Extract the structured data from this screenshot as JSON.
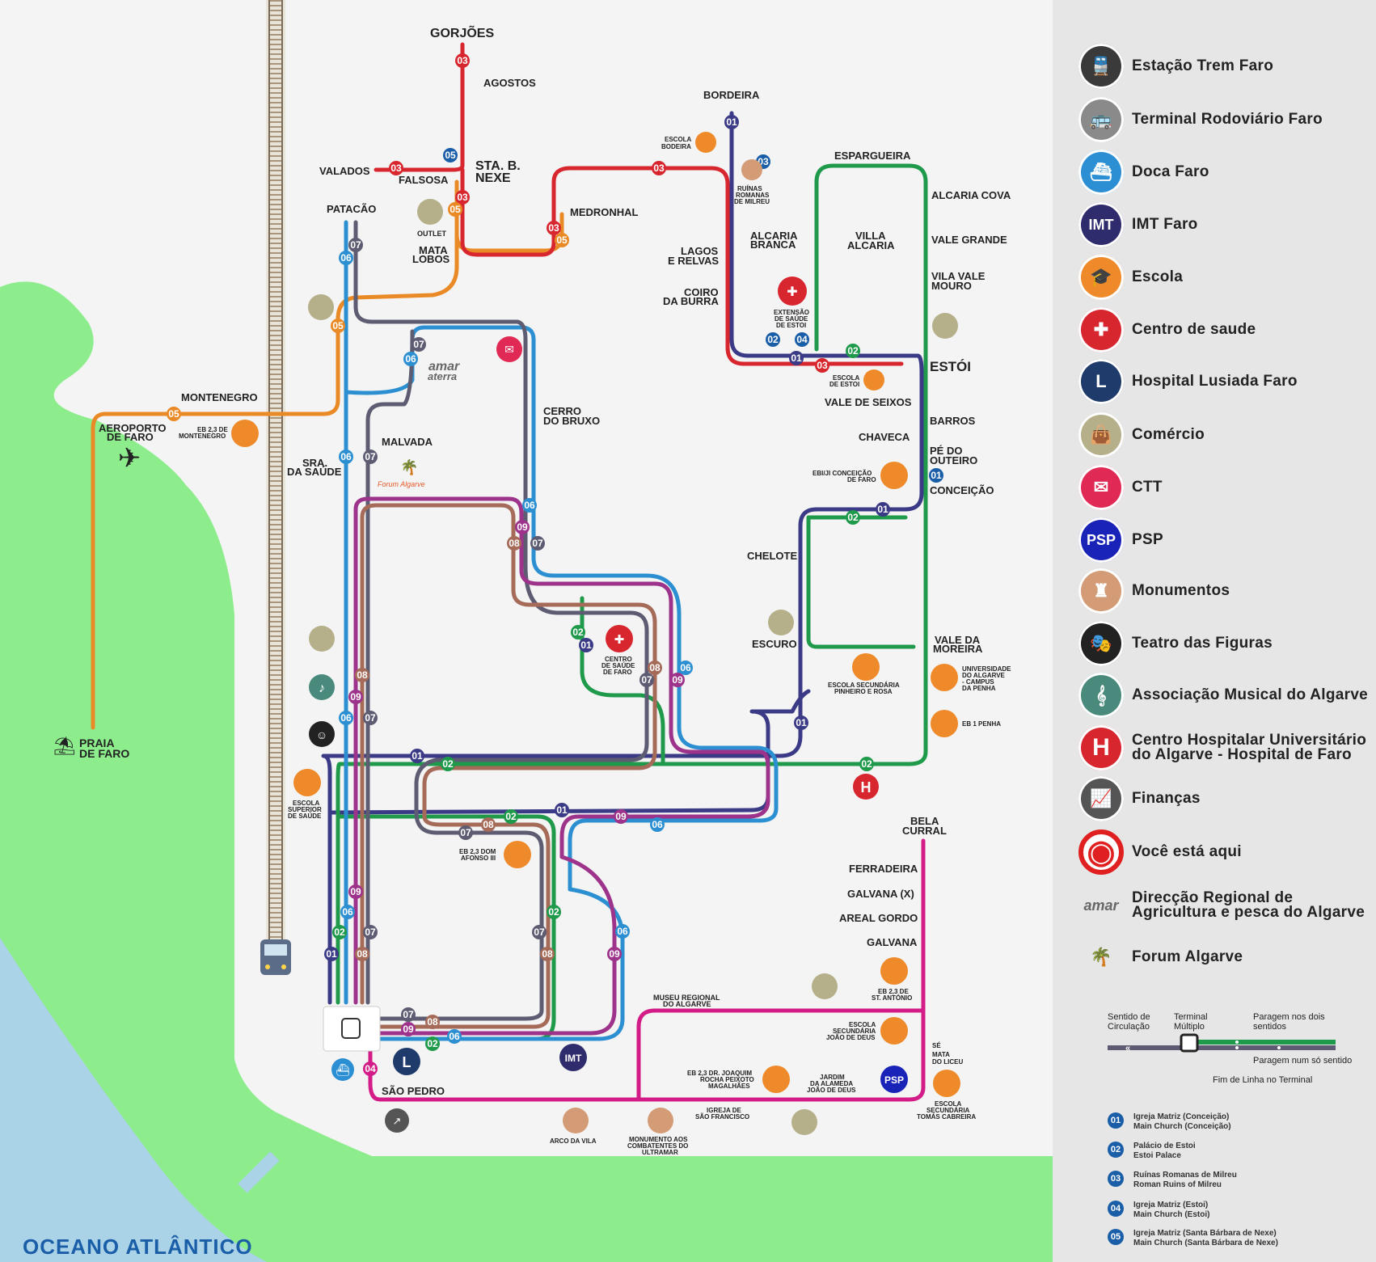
{
  "colors": {
    "land": "#8ded8d",
    "water": "#abd3e8",
    "map_bg": "#f4f4f4",
    "line01": "#3b3a86",
    "line02": "#1f9a4b",
    "line03": "#d8262f",
    "line04": "#d31c87",
    "line05": "#ea8a26",
    "line06": "#2c8fd1",
    "line07": "#5d5c72",
    "line08": "#a56b58",
    "line09": "#9d338b"
  },
  "places": {
    "gorjoes": "GORJÕES",
    "agostos": "AGOSTOS",
    "valados": "VALADOS",
    "falsosa": "FALSOSA",
    "sta_b_nexe_1": "STA. B.",
    "sta_b_nexe_2": "NEXE",
    "outlet": "OUTLET",
    "mata_lobos_1": "MATA",
    "mata_lobos_2": "LOBOS",
    "medronhal": "MEDRONHAL",
    "patacao": "PATACÃO",
    "bordeira": "BORDEIRA",
    "escola_bodeira_1": "ESCOLA",
    "escola_bodeira_2": "BODEIRA",
    "ruinas_1": "RUÍNAS",
    "ruinas_2": "ROMANAS",
    "ruinas_3": "DE MILREU",
    "espargueira": "ESPARGUEIRA",
    "alcaria_cova": "ALCARIA COVA",
    "vale_grande": "VALE GRANDE",
    "vila_vale_mouro_1": "VILA VALE",
    "vila_vale_mouro_2": "MOURO",
    "villa_alcaria_1": "VILLA",
    "villa_alcaria_2": "ALCARIA",
    "alcaria_branca_1": "ALCARIA",
    "alcaria_branca_2": "BRANCA",
    "lagos_relvas_1": "LAGOS",
    "lagos_relvas_2": "E RELVAS",
    "coiro_burra_1": "COIRO",
    "coiro_burra_2": "DA BURRA",
    "extensao_1": "EXTENSÃO",
    "extensao_2": "DE SAÚDE",
    "extensao_3": "DE ESTOI",
    "estoi": "ESTÓI",
    "escola_estoi_1": "ESCOLA",
    "escola_estoi_2": "DE ESTOI",
    "vale_seixos": "VALE DE SEIXOS",
    "barros": "BARROS",
    "chaveca": "CHAVECA",
    "pe_outeiro_1": "PÉ DO",
    "pe_outeiro_2": "OUTEIRO",
    "ebi_1": "EBI/JI CONCEIÇÃO",
    "ebi_2": "DE FARO",
    "conceicao": "CONCEIÇÃO",
    "montenegro": "MONTENEGRO",
    "aeroporto_1": "AEROPORTO",
    "aeroporto_2": "DE FARO",
    "eb23_mont_1": "EB 2,3 DE",
    "eb23_mont_2": "MONTENEGRO",
    "cerro_bruxo_1": "CERRO",
    "cerro_bruxo_2": "DO BRUXO",
    "malvada": "MALVADA",
    "sra_saude_1": "SRA.",
    "sra_saude_2": "DA SAÚDE",
    "chelote": "CHELOTE",
    "escuro": "ESCURO",
    "vale_moreira_1": "VALE DA",
    "vale_moreira_2": "MOREIRA",
    "univ_1": "UNIVERSIDADE",
    "univ_2": "DO ALGARVE",
    "univ_3": "- CAMPUS",
    "univ_4": "DA PENHA",
    "eb1_penha": "EB 1 PENHA",
    "esc_pinheiro_1": "ESCOLA SECUNDÁRIA",
    "esc_pinheiro_2": "PINHEIRO E ROSA",
    "cs_faro_1": "CENTRO",
    "cs_faro_2": "DE SAÚDE",
    "cs_faro_3": "DE FARO",
    "praia_1": "PRAIA",
    "praia_2": "DE FARO",
    "esc_sup_1": "ESCOLA",
    "esc_sup_2": "SUPERIOR",
    "esc_sup_3": "DE SAÚDE",
    "eb23_afonso_1": "EB 2,3 DOM",
    "eb23_afonso_2": "AFONSO III",
    "bela_curral_1": "BELA",
    "bela_curral_2": "CURRAL",
    "ferradeira": "FERRADEIRA",
    "galvana_x": "GALVANA (X)",
    "areal_gordo": "AREAL GORDO",
    "galvana": "GALVANA",
    "eb23_antonio_1": "EB 2,3 DE",
    "eb23_antonio_2": "ST. ANTÓNIO",
    "museu_1": "MUSEU REGIONAL",
    "museu_2": "DO ALGARVE",
    "esc_joao_1": "ESCOLA",
    "esc_joao_2": "SECUNDÁRIA",
    "esc_joao_3": "JOÃO DE DEUS",
    "se": "SÉ",
    "mata_liceu_1": "MATA",
    "mata_liceu_2": "DO LICEU",
    "eb23_joaquim_1": "EB 2,3 DR. JOAQUIM",
    "eb23_joaquim_2": "ROCHA PEIXOTO",
    "eb23_joaquim_3": "MAGALHÃES",
    "jardim_1": "JARDIM",
    "jardim_2": "DA ALAMEDA",
    "jardim_3": "JOÃO DE DEUS",
    "esc_tomas_1": "ESCOLA",
    "esc_tomas_2": "SECUNDÁRIA",
    "esc_tomas_3": "TOMÁS CABREIRA",
    "sao_pedro": "SÃO PEDRO",
    "igreja_sf_1": "IGREJA DE",
    "igreja_sf_2": "SÃO FRANCISCO",
    "arco_vila": "ARCO DA VILA",
    "monumento_1": "MONUMENTO AOS",
    "monumento_2": "COMBATENTES DO",
    "monumento_3": "ULTRAMAR",
    "amar_1": "amar",
    "amar_2": "aterra",
    "forum": "Forum Algarve",
    "imt_badge": "IMT",
    "psp_badge": "PSP",
    "h_badge": "H"
  },
  "ocean_label": "OCEANO ATLÂNTICO",
  "legend": {
    "items": [
      {
        "label": "Estação Trem Faro",
        "color": "#3a3a3a",
        "icon": "train-icon",
        "glyph": "🚆"
      },
      {
        "label": "Terminal Rodoviário Faro",
        "color": "#8a8a8a",
        "icon": "bus-icon",
        "glyph": "🚌"
      },
      {
        "label": "Doca Faro",
        "color": "#2d8fd3",
        "icon": "ship-icon",
        "glyph": "⛴"
      },
      {
        "label": "IMT Faro",
        "color": "#2f2c6e",
        "icon": "imt-icon",
        "glyph": "IMT"
      },
      {
        "label": "Escola",
        "color": "#ee8a2a",
        "icon": "graduation-cap-icon",
        "glyph": "🎓"
      },
      {
        "label": "Centro de saude",
        "color": "#d8262f",
        "icon": "health-center-icon",
        "glyph": "✚"
      },
      {
        "label": "Hospital Lusiada Faro",
        "color": "#1f3b6b",
        "icon": "hospital-lusiada-icon",
        "glyph": "L"
      },
      {
        "label": "Comércio",
        "color": "#b5b08a",
        "icon": "shopping-bag-icon",
        "glyph": "👜"
      },
      {
        "label": "CTT",
        "color": "#e02a55",
        "icon": "mail-icon",
        "glyph": "✉"
      },
      {
        "label": "PSP",
        "color": "#1a23b8",
        "icon": "psp-icon",
        "glyph": "PSP"
      },
      {
        "label": "Monumentos",
        "color": "#d39c76",
        "icon": "monument-icon",
        "glyph": "♜"
      },
      {
        "label": "Teatro das Figuras",
        "color": "#222222",
        "icon": "theatre-masks-icon",
        "glyph": "🎭"
      },
      {
        "label": "Associação Musical do Algarve",
        "color": "#4a8a7d",
        "icon": "treble-clef-icon",
        "glyph": "𝄞"
      },
      {
        "label": "Centro Hospitalar Universitário do Algarve - Hospital de Faro",
        "color": "#d8262f",
        "icon": "hospital-h-icon",
        "glyph": "H"
      },
      {
        "label": "Finanças",
        "color": "#555555",
        "icon": "finance-icon",
        "glyph": "📈"
      },
      {
        "label": "Você está aqui",
        "color": "#e02020",
        "icon": "you-are-here-icon",
        "glyph": "◉"
      },
      {
        "label": "Direcção Regional de Agricultura e pesca do Algarve",
        "color": "#e6e6e6",
        "icon": "amar-aterra-logo",
        "glyph": "amar"
      },
      {
        "label": "Forum Algarve",
        "color": "#e6e6e6",
        "icon": "forum-algarve-logo",
        "glyph": "🌴"
      }
    ],
    "key": {
      "sentido": "Sentido de Circulação",
      "terminal": "Terminal Múltiplo",
      "paragem_dois": "Paragem nos dois sentidos",
      "paragem_um": "Paragem num só sentido",
      "fim_linha": "Fim de Linha no Terminal"
    },
    "churches": [
      {
        "num": "01",
        "pt": "Igreja Matriz (Conceição)",
        "en": "Main Church (Conceição)"
      },
      {
        "num": "02",
        "pt": "Palácio de Estoi",
        "en": "Estoi Palace"
      },
      {
        "num": "03",
        "pt": "Ruínas Romanas de Milreu",
        "en": "Roman Ruins of Milreu"
      },
      {
        "num": "04",
        "pt": "Igreja Matriz (Estoi)",
        "en": "Main Church (Estoi)"
      },
      {
        "num": "05",
        "pt": "Igreja Matriz (Santa Bárbara de Nexe)",
        "en": "Main Church (Santa Bárbara de Nexe)"
      }
    ]
  }
}
